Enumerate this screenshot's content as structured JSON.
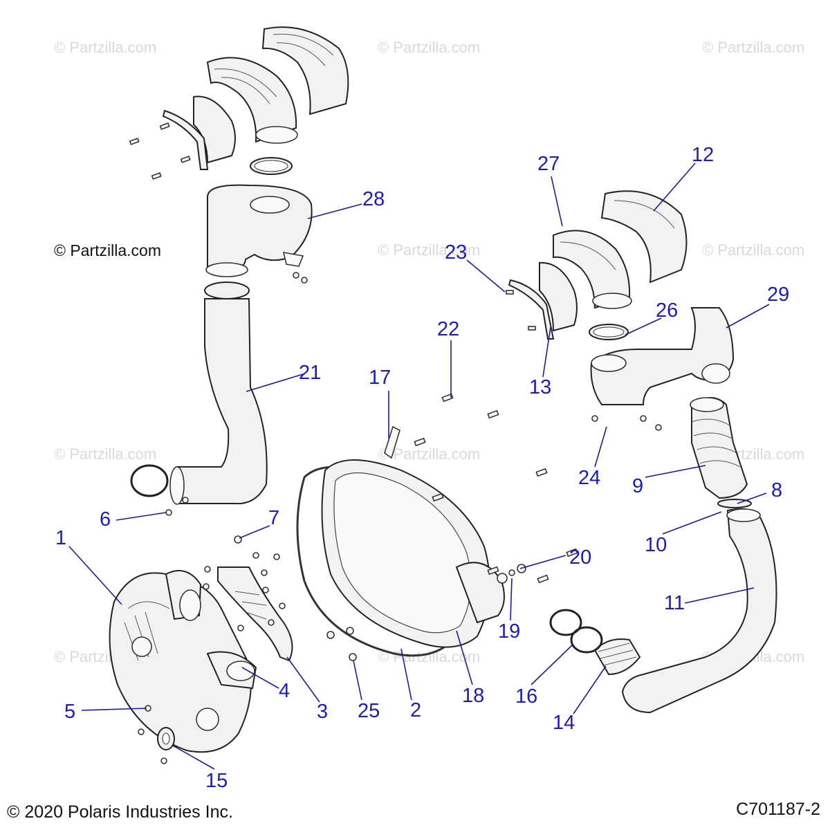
{
  "watermark": "© Partzilla.com",
  "site_credit": "© Partzilla.com",
  "footer": {
    "copyright": "© 2020 Polaris Industries Inc.",
    "diagram_code": "C701187-2"
  },
  "callouts": [
    "1",
    "2",
    "3",
    "4",
    "5",
    "6",
    "7",
    "8",
    "9",
    "10",
    "11",
    "12",
    "13",
    "14",
    "15",
    "16",
    "17",
    "18",
    "19",
    "20",
    "21",
    "22",
    "23",
    "24",
    "25",
    "26",
    "27",
    "28",
    "29"
  ]
}
